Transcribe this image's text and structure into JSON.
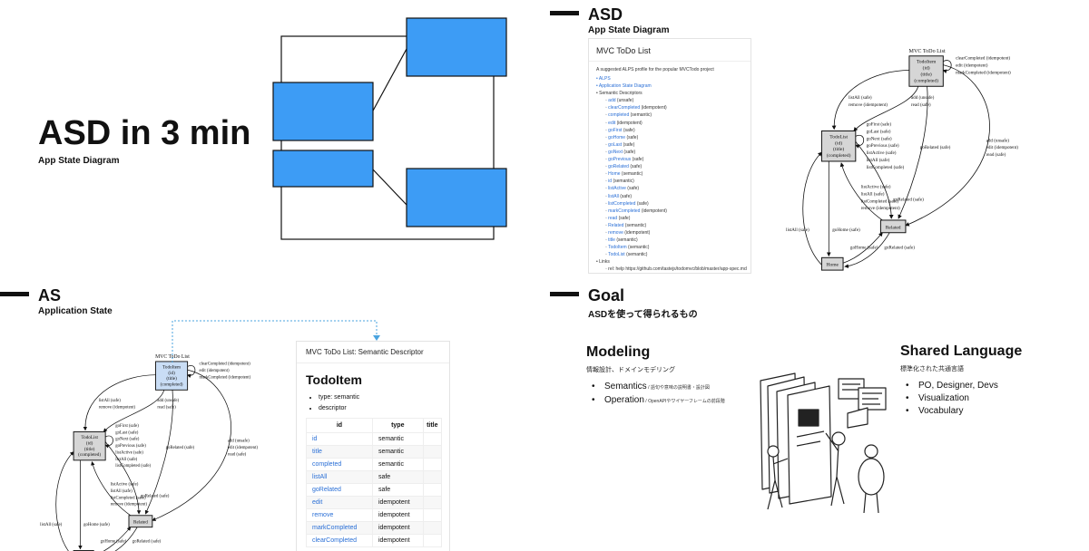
{
  "slide1": {
    "title": "ASD in 3 min",
    "subtitle": "App State Diagram",
    "fill_color": "#3d9cf5"
  },
  "slide2": {
    "title": "ASD",
    "subtitle": "App State Diagram",
    "doc": {
      "heading": "MVC ToDo List",
      "description": "A suggested ALPS profile for the popular MVCTodo project",
      "top_links": [
        "ALPS",
        "Application State Diagram"
      ],
      "semantic_header": "Semantic Descriptors",
      "descriptors": [
        {
          "name": "add",
          "type": "(unsafe)"
        },
        {
          "name": "clearCompleted",
          "type": "(idempotent)"
        },
        {
          "name": "completed",
          "type": "(semantic)"
        },
        {
          "name": "edit",
          "type": "(idempotent)"
        },
        {
          "name": "goFirst",
          "type": "(safe)"
        },
        {
          "name": "goHome",
          "type": "(safe)"
        },
        {
          "name": "goLast",
          "type": "(safe)"
        },
        {
          "name": "goNext",
          "type": "(safe)"
        },
        {
          "name": "goPrevious",
          "type": "(safe)"
        },
        {
          "name": "goRelated",
          "type": "(safe)"
        },
        {
          "name": "Home",
          "type": "(semantic)"
        },
        {
          "name": "id",
          "type": "(semantic)"
        },
        {
          "name": "listActive",
          "type": "(safe)"
        },
        {
          "name": "listAll",
          "type": "(safe)"
        },
        {
          "name": "listCompleted",
          "type": "(safe)"
        },
        {
          "name": "markCompleted",
          "type": "(idempotent)"
        },
        {
          "name": "read",
          "type": "(safe)"
        },
        {
          "name": "Related",
          "type": "(semantic)"
        },
        {
          "name": "remove",
          "type": "(idempotent)"
        },
        {
          "name": "title",
          "type": "(semantic)"
        },
        {
          "name": "TodoItem",
          "type": "(semantic)"
        },
        {
          "name": "TodoList",
          "type": "(semantic)"
        }
      ],
      "links_header": "Links",
      "links_item": "rel: help https://github.com/tastejs/todomvc/blob/master/app-spec.md"
    }
  },
  "diagram": {
    "title": "MVC ToDo List",
    "todoitem": [
      "TodoItem",
      "(id)",
      "(title)",
      "(completed)"
    ],
    "todolist": [
      "TodoList",
      "(id)",
      "(title)",
      "(completed)"
    ],
    "related": "Related",
    "home": "Home",
    "self_item": [
      "clearCompleted (idempotent)",
      "edit (idempotent)",
      "markCompleted (idempotent)"
    ],
    "item_to_list": [
      "listAll (safe)",
      "remove (idempotent)"
    ],
    "list_to_item": [
      "add (unsafe)",
      "read (safe)"
    ],
    "list_self": [
      "goFirst (safe)",
      "goLast (safe)",
      "goNext (safe)",
      "goPrevious (safe)",
      "listActive (safe)",
      "listAll (safe)",
      "listCompleted (safe)"
    ],
    "item_to_related": "goRelated (safe)",
    "list_to_related": "goRelated (safe)",
    "item_right": [
      "add (unsafe)",
      "edit (idempotent)",
      "read (safe)"
    ],
    "related_to_list": [
      "listActive (safe)",
      "listAll (safe)",
      "listCompleted (safe)",
      "remove (idempotent)"
    ],
    "home_to_list": "listAll (safe)",
    "list_to_home": "goHome (safe)",
    "related_to_home": "goHome (safe)",
    "home_to_related": "goRelated (safe)"
  },
  "slide3": {
    "title": "AS",
    "subtitle": "Application State",
    "panel": {
      "header": "MVC ToDo List: Semantic Descriptor",
      "title": "TodoItem",
      "bullets": [
        "type: semantic",
        "descriptor"
      ],
      "columns": [
        "id",
        "type",
        "title"
      ],
      "rows": [
        {
          "id": "id",
          "type": "semantic"
        },
        {
          "id": "title",
          "type": "semantic"
        },
        {
          "id": "completed",
          "type": "semantic"
        },
        {
          "id": "listAll",
          "type": "safe"
        },
        {
          "id": "goRelated",
          "type": "safe"
        },
        {
          "id": "edit",
          "type": "idempotent"
        },
        {
          "id": "remove",
          "type": "idempotent"
        },
        {
          "id": "markCompleted",
          "type": "idempotent"
        },
        {
          "id": "clearCompleted",
          "type": "idempotent"
        }
      ]
    },
    "highlight_color": "#c9ddf5",
    "arrow_color": "#4aa3df"
  },
  "slide4": {
    "title": "Goal",
    "subtitle": "ASDを使って得られるもの",
    "modeling": {
      "heading": "Modeling",
      "sub": "情報設計、ドメインモデリング",
      "items": [
        {
          "main": "Semantics",
          "note": " / 語句や意味の説明書・設計図"
        },
        {
          "main": "Operation",
          "note": " / OpenAPIやワイヤーフレームの前段階"
        }
      ]
    },
    "shared": {
      "heading": "Shared Language",
      "sub": "標準化された共通言語",
      "items": [
        "PO, Designer, Devs",
        "Visualization",
        "Vocabulary"
      ]
    }
  }
}
